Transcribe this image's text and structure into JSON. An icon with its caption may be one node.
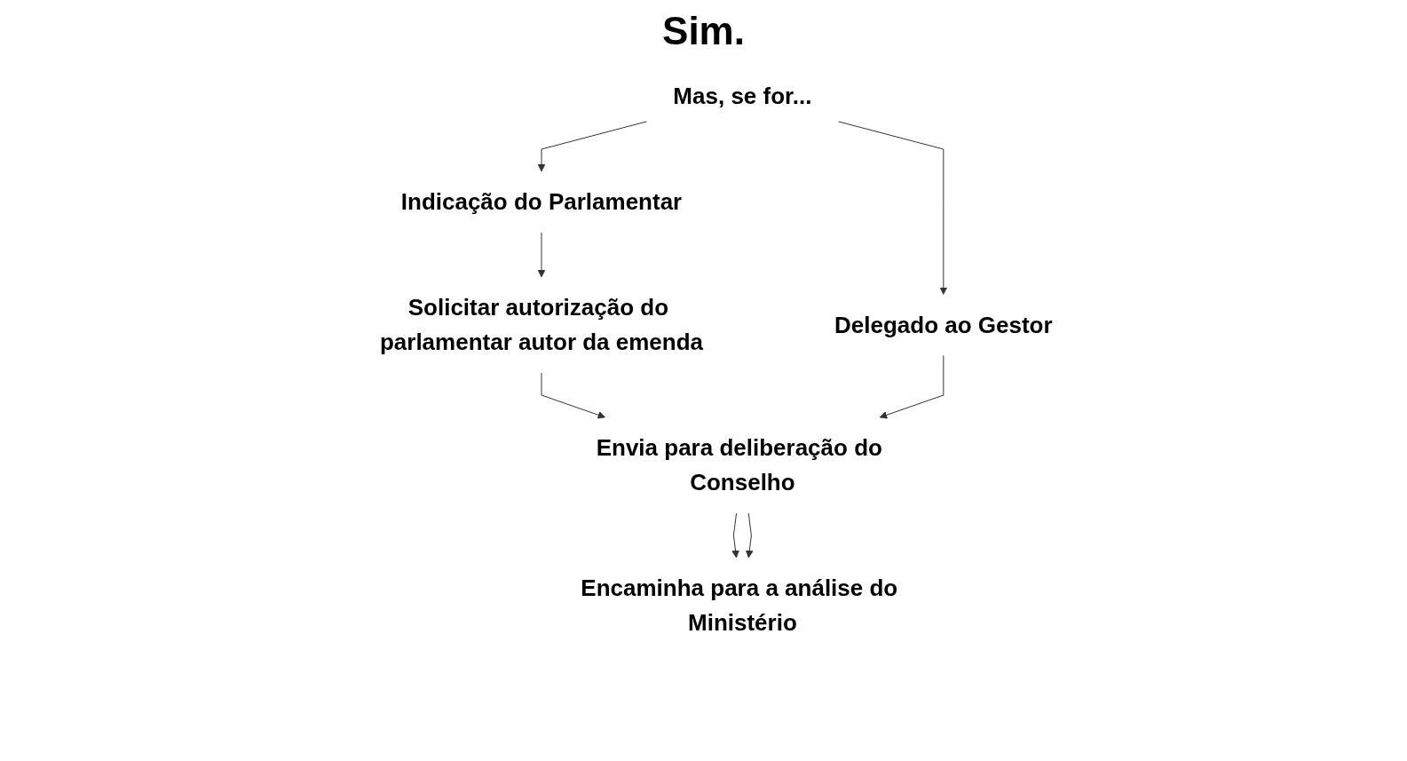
{
  "diagram": {
    "title": "Sim.",
    "nodes": [
      {
        "text": [
          "Mas, se for..."
        ]
      },
      {
        "text": [
          "Indicação do Parlamentar"
        ]
      },
      {
        "text": [
          "Solicitar autorização do parlamentar autor da emenda"
        ]
      },
      {
        "text": [
          "Delegado ao Gestor"
        ]
      },
      {
        "text": [
          "Envia para deliberação do Conselho"
        ]
      },
      {
        "text": [
          "Encaminha para a análise do Ministério"
        ]
      }
    ],
    "edges": [
      {
        "from": 0,
        "to": 1,
        "arrow": "to"
      },
      {
        "from": 0,
        "to": 3,
        "arrow": "to"
      },
      {
        "from": 1,
        "to": 2,
        "arrow": "to"
      },
      {
        "from": 2,
        "to": 4,
        "arrow": "to"
      },
      {
        "from": 3,
        "to": 4,
        "arrow": "to"
      },
      {
        "from": 4,
        "to": 5,
        "arrow": "to"
      },
      {
        "from": 4,
        "to": 5,
        "arrow": "to"
      }
    ]
  }
}
